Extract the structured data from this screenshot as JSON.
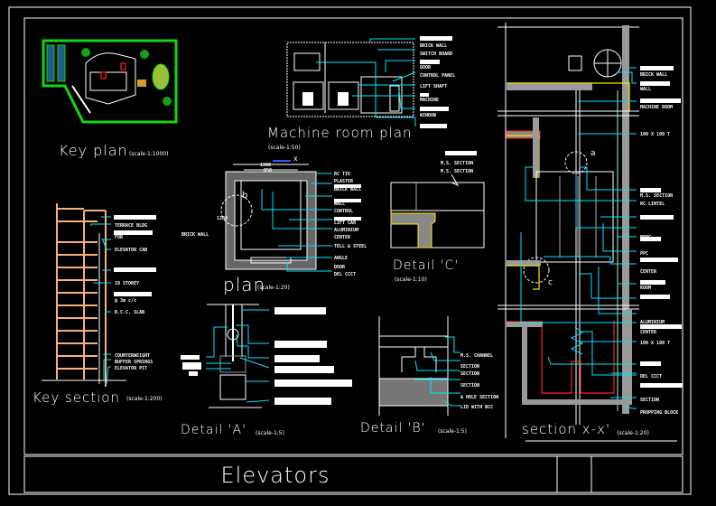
{
  "sheet": {
    "title": "Elevators"
  },
  "key_plan": {
    "title": "Key plan",
    "scale": "(scale-1:1000)"
  },
  "machine_room_plan": {
    "title": "Machine room plan",
    "scale": "(scale-1:50)",
    "labels": [
      "BRICK WALL",
      "SWITCH BOARD",
      "DOOR",
      "CONTROL PANEL",
      "LIFT SHAFT",
      "MACHINE",
      "WINDOW"
    ]
  },
  "plan": {
    "title": "plan",
    "scale": "(scale-1:20)",
    "upper_scale": "(scale-1:50)",
    "dimensions": [
      "1900",
      "850",
      "1200"
    ],
    "section_marker": "x",
    "detail_marker": "b",
    "left_label": "BRICK WALL",
    "labels": [
      "RC TIE",
      "PLASTER",
      "BRICK WALL",
      "WALL",
      "CONTROL",
      "LIFT CAR",
      "ALUMINIUM",
      "CENTER",
      "TELL & STEEL",
      "ANGLE",
      "DOOR",
      "DEL CCCT"
    ]
  },
  "detail_c": {
    "title": "Detail 'C'",
    "scale": "(scale-1:10)",
    "notes": [
      "M.S. SECTION",
      "M.S. SECTION"
    ]
  },
  "key_section": {
    "title": "Key section",
    "scale": "(scale-1:200)",
    "labels": [
      "TERRACE BLDG",
      "FOR",
      "ELEVATOR CAB",
      "10 STOREY",
      "@ 3m c/c",
      "B.C.C. SLAB",
      "COUNTERWEIGHT",
      "BUFFER SPRINGS",
      "ELEVATOR PIT"
    ]
  },
  "detail_a": {
    "title": "Detail 'A'",
    "scale": "(scale-1:5)"
  },
  "detail_b": {
    "title": "Detail 'B'",
    "scale": "(scale-1:5)",
    "labels": [
      "M.S. CHANNEL",
      "SECTION",
      "SECTION",
      "SECTION",
      "& HOLE SECTION",
      "LID WITH BCC"
    ]
  },
  "section_xx": {
    "title": "section x-x'",
    "scale": "(scale-1:20)",
    "markers": [
      "a",
      "c"
    ],
    "labels": [
      "BRICK WALL",
      "WALL",
      "MACHINE ROOM",
      "100 X 100 T",
      "M.S. SECTION",
      "RC LINTEL",
      "BRPC",
      "PPC",
      "CENTER",
      "ROOM",
      "ALUMINIUM",
      "CENTER",
      "100 X 100 T",
      "DEL CCCT",
      "SECTION",
      "PROPPING BLOCK"
    ]
  }
}
